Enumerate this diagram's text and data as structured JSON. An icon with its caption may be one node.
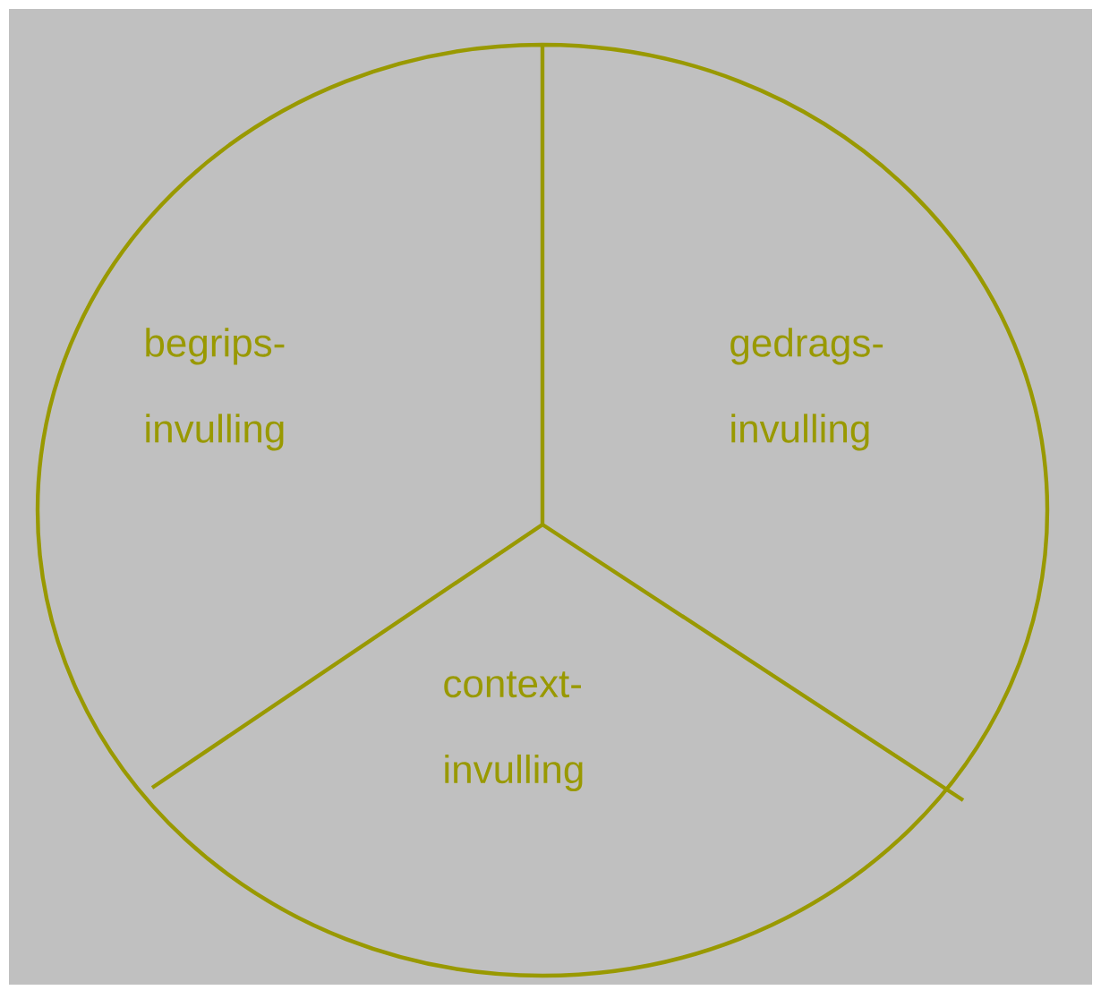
{
  "diagram": {
    "labels": [
      "begrips- invulling",
      "gedrags- invulling",
      "context- invulling"
    ]
  }
}
